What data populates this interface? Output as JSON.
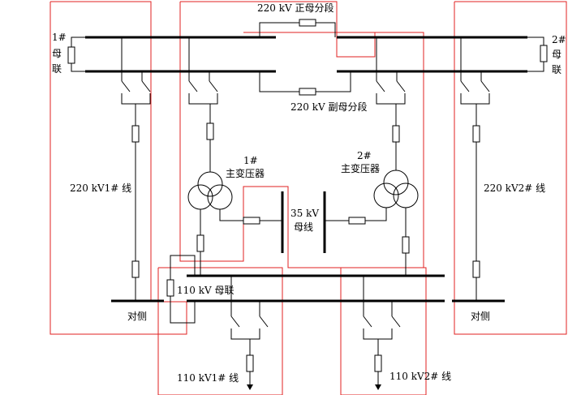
{
  "labels": {
    "bus_tie_1": "1#",
    "bus_tie_1b": "母",
    "bus_tie_1c": "联",
    "bus_tie_2": "2#",
    "bus_tie_2b": "母",
    "bus_tie_2c": "联",
    "main_section": "220 kV 正母分段",
    "aux_section": "220 kV 副母分段",
    "t1_num": "1#",
    "t1_name": "主变压器",
    "t2_num": "2#",
    "t2_name": "主变压器",
    "line_220_1": "220 kV1# 线",
    "line_220_2": "220 kV2# 线",
    "bus_35_a": "35 kV",
    "bus_35_b": "母线",
    "tie_110": "110 kV 母联",
    "line_110_1": "110 kV1# 线",
    "line_110_2": "110 kV2# 线",
    "remote_1": "对侧",
    "remote_2": "对侧"
  },
  "colors": {
    "line": "#000000",
    "protection_zone": "#e02020"
  }
}
